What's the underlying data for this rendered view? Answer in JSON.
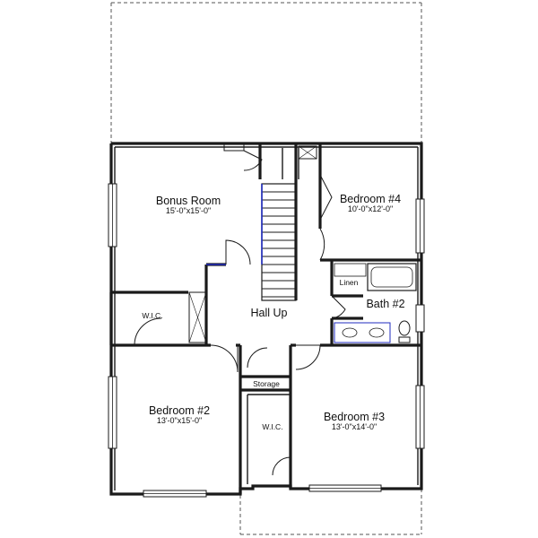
{
  "rooms": {
    "bonus_room": {
      "name": "Bonus Room",
      "dims": "15'-0\"x15'-0\""
    },
    "bedroom_4": {
      "name": "Bedroom #4",
      "dims": "10'-0\"x12'-0\""
    },
    "bath_2": {
      "name": "Bath #2"
    },
    "linen": {
      "name": "Linen"
    },
    "wic_left": {
      "name": "W.I.C."
    },
    "hall": {
      "name": "Hall Up"
    },
    "bedroom_2": {
      "name": "Bedroom #2",
      "dims": "13'-0\"x15'-0\""
    },
    "storage": {
      "name": "Storage"
    },
    "wic_right": {
      "name": "W.I.C."
    },
    "bedroom_3": {
      "name": "Bedroom #3",
      "dims": "13'-0\"x14'-0\""
    }
  },
  "colors": {
    "wall": "#1a1a1a",
    "stair_rail": "#1f2bbf"
  }
}
